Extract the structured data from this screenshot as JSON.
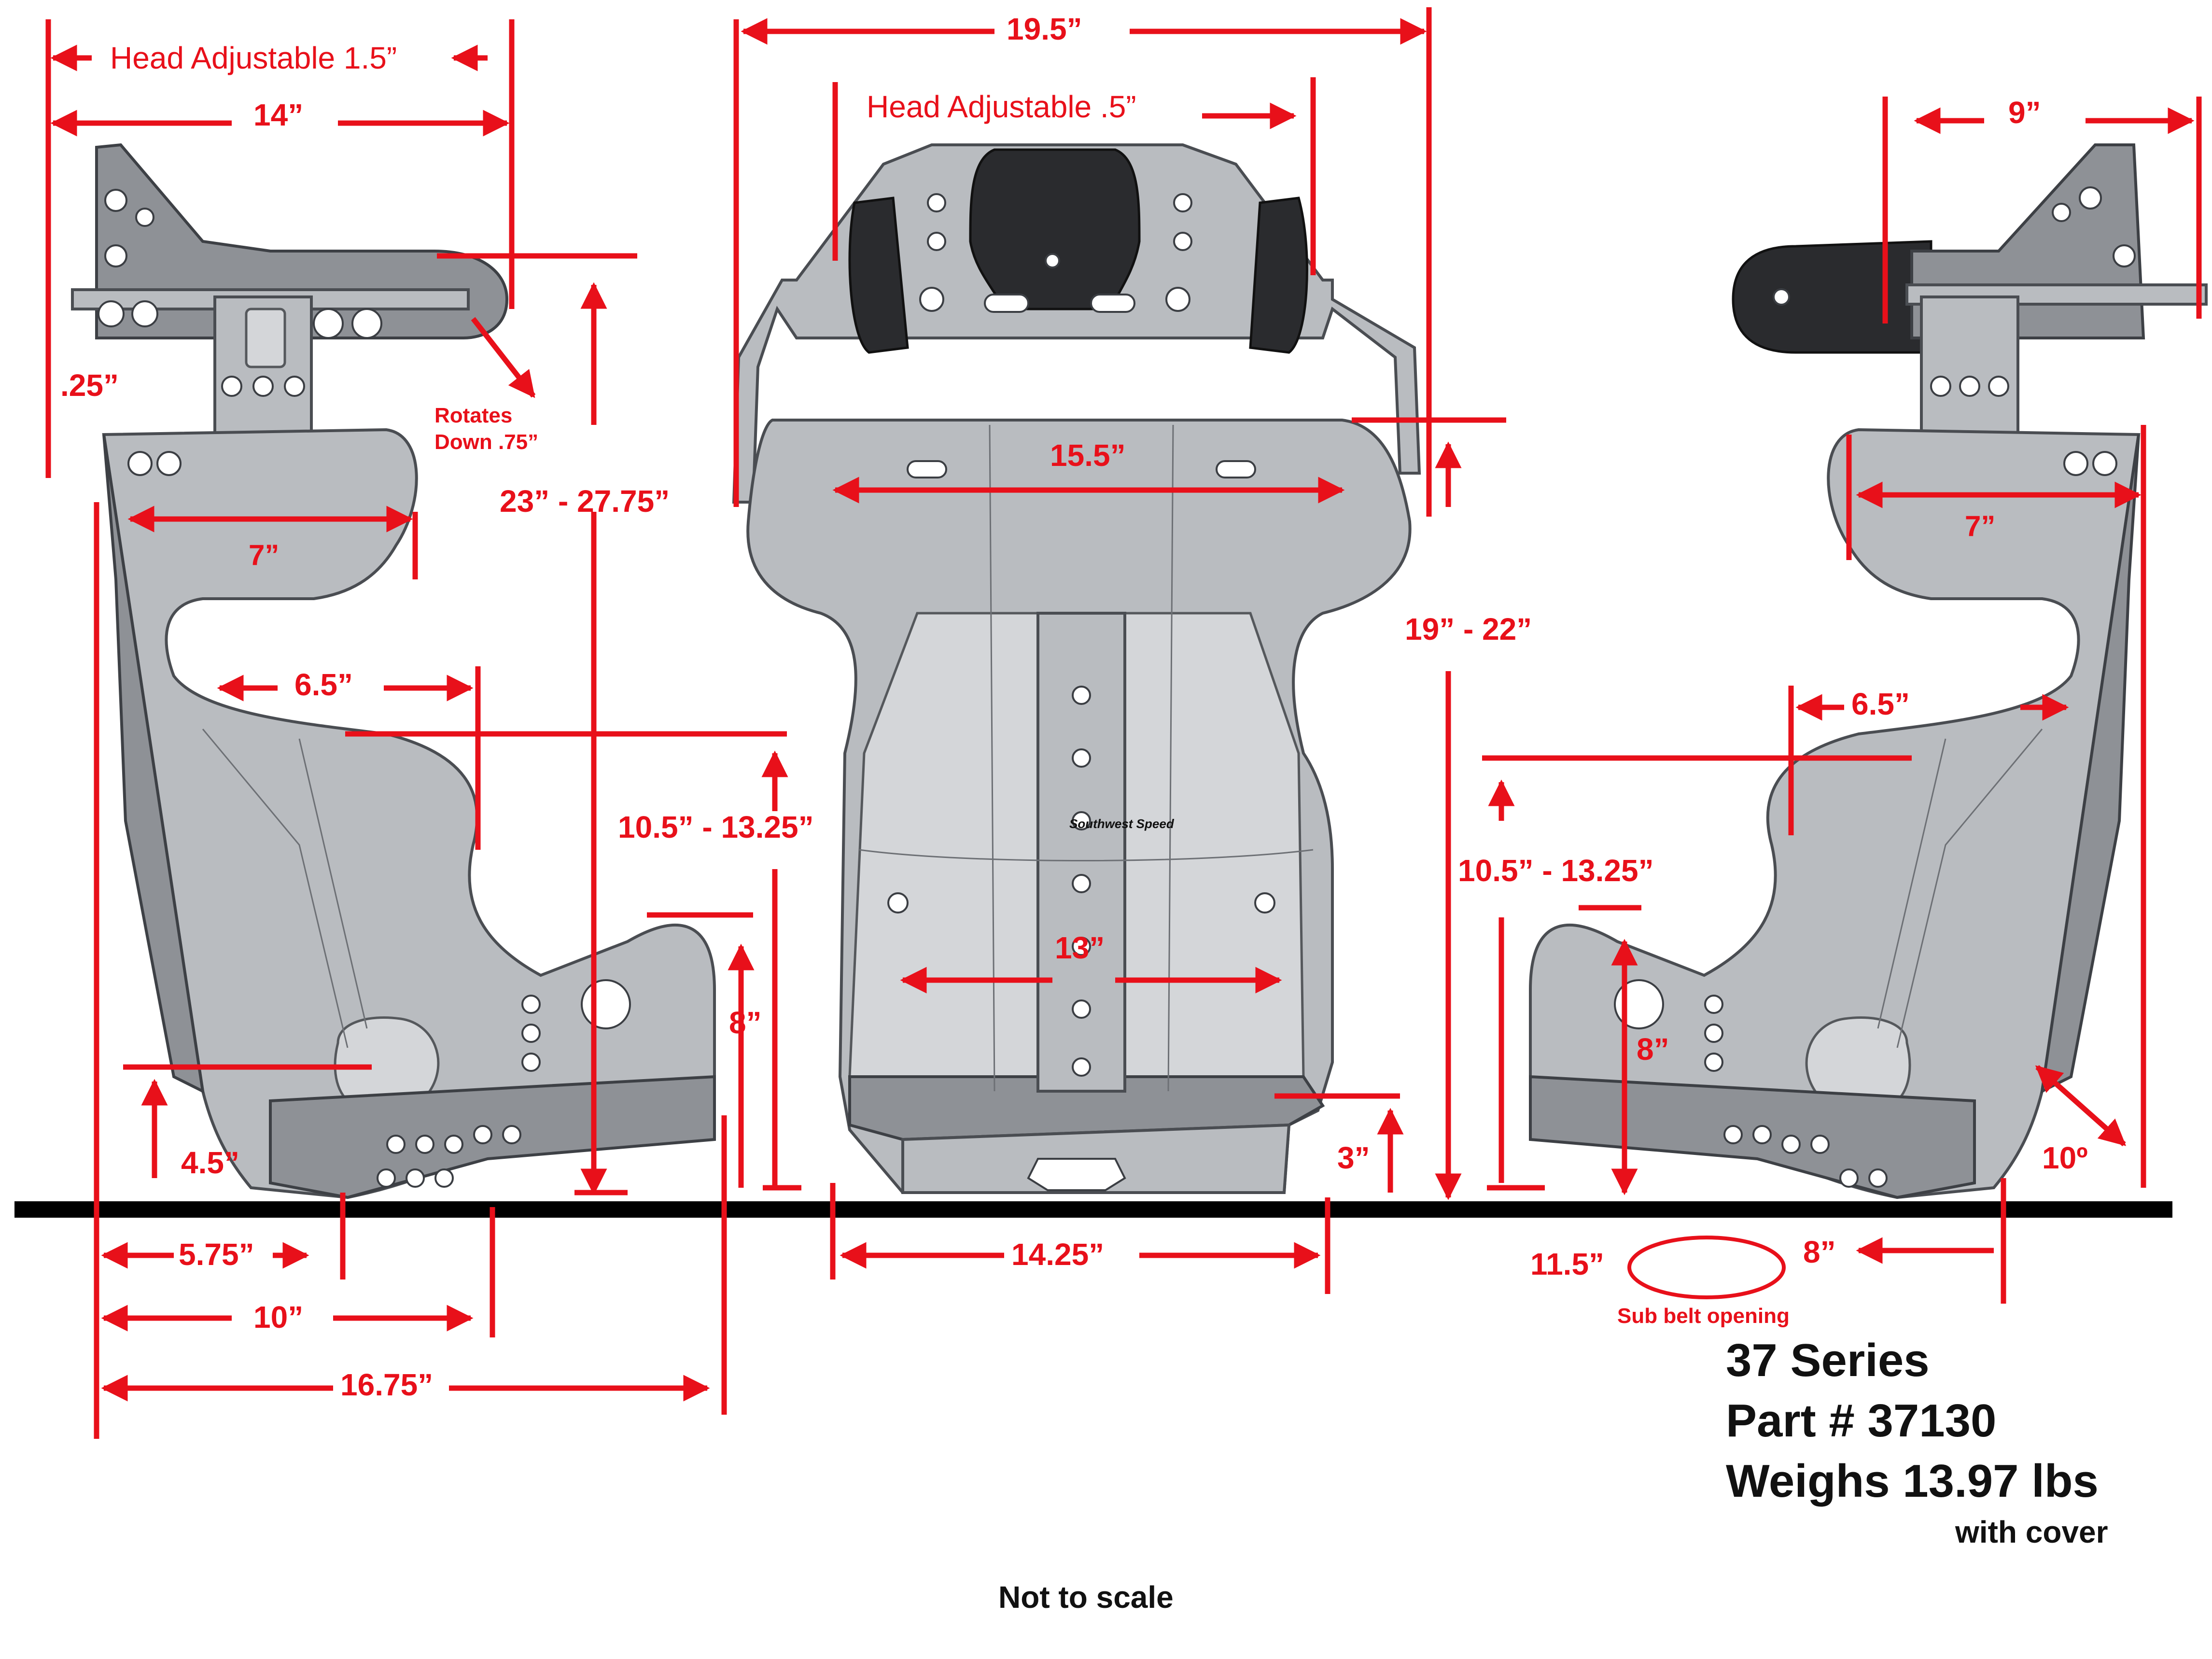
{
  "dimensions": {
    "head_adjust_side": "Head Adjustable 1.5”",
    "head_adjust_top": "Head Adjustable .5”",
    "d_14": "14”",
    "d_195": "19.5”",
    "d_9": "9”",
    "d_025": ".25”",
    "rotates_line1": "Rotates",
    "rotates_line2": "Down .75”",
    "d_155": "15.5”",
    "d_23_2775": "23” - 27.75”",
    "d_7_left": "7”",
    "d_7_right": "7”",
    "d_19_22": "19” - 22”",
    "d_65_left": "6.5”",
    "d_65_right": "6.5”",
    "d_105_1325_left": "10.5” - 13.25”",
    "d_105_1325_right": "10.5” - 13.25”",
    "d_13": "13”",
    "d_8_left": "8”",
    "d_8_right": "8”",
    "d_45": "4.5”",
    "d_3": "3”",
    "d_10deg": "10º",
    "d_575": "5.75”",
    "d_1425": "14.25”",
    "d_115": "11.5”",
    "d_8_bottom": "8”",
    "d_10": "10”",
    "d_1675": "16.75”",
    "sub_belt": "Sub belt opening"
  },
  "logo": "Southwest Speed",
  "info": {
    "series": "37 Series",
    "part": "Part # 37130",
    "weight": "Weighs 13.97 lbs",
    "cover": "with cover"
  },
  "footer": "Not to scale",
  "colors": {
    "dimension": "#e8101a",
    "text": "#111111",
    "metal": "#b9bcc0",
    "foam": "#2a2b2e"
  }
}
